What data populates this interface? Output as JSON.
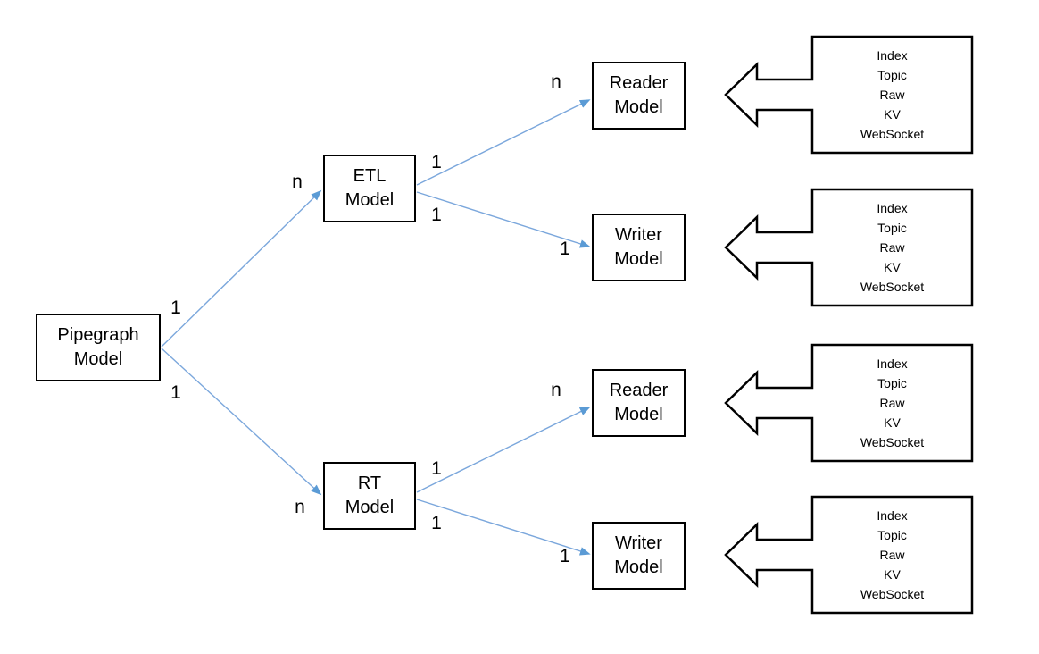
{
  "diagram": {
    "nodes": {
      "pipegraph": {
        "label": "Pipegraph\nModel"
      },
      "etl": {
        "label": "ETL\nModel"
      },
      "rt": {
        "label": "RT\nModel"
      },
      "etl_reader": {
        "label": "Reader\nModel"
      },
      "etl_writer": {
        "label": "Writer\nModel"
      },
      "rt_reader": {
        "label": "Reader\nModel"
      },
      "rt_writer": {
        "label": "Writer\nModel"
      }
    },
    "edge_labels": [
      {
        "position": "pipegraph-to-etl-source",
        "text": "1"
      },
      {
        "position": "pipegraph-to-etl-target",
        "text": "n"
      },
      {
        "position": "pipegraph-to-rt-source",
        "text": "1"
      },
      {
        "position": "pipegraph-to-rt-target",
        "text": "n"
      },
      {
        "position": "etl-to-reader-source",
        "text": "1"
      },
      {
        "position": "etl-to-reader-target",
        "text": "n"
      },
      {
        "position": "etl-to-writer-source",
        "text": "1"
      },
      {
        "position": "etl-to-writer-target",
        "text": "1"
      },
      {
        "position": "rt-to-reader-source",
        "text": "1"
      },
      {
        "position": "rt-to-reader-target",
        "text": "n"
      },
      {
        "position": "rt-to-writer-source",
        "text": "1"
      },
      {
        "position": "rt-to-writer-target",
        "text": "1"
      }
    ],
    "storage_boxes": [
      {
        "lines": [
          "Index",
          "Topic",
          "Raw",
          "KV",
          "WebSocket"
        ]
      },
      {
        "lines": [
          "Index",
          "Topic",
          "Raw",
          "KV",
          "WebSocket"
        ]
      },
      {
        "lines": [
          "Index",
          "Topic",
          "Raw",
          "KV",
          "WebSocket"
        ]
      },
      {
        "lines": [
          "Index",
          "Topic",
          "Raw",
          "KV",
          "WebSocket"
        ]
      }
    ],
    "colors": {
      "connector_line": "#7BA7DC",
      "connector_arrowhead": "#5B9BD5",
      "shape_border": "#000000",
      "shape_fill": "#FFFFFF",
      "text": "#000000",
      "background": "#FFFFFF"
    }
  }
}
